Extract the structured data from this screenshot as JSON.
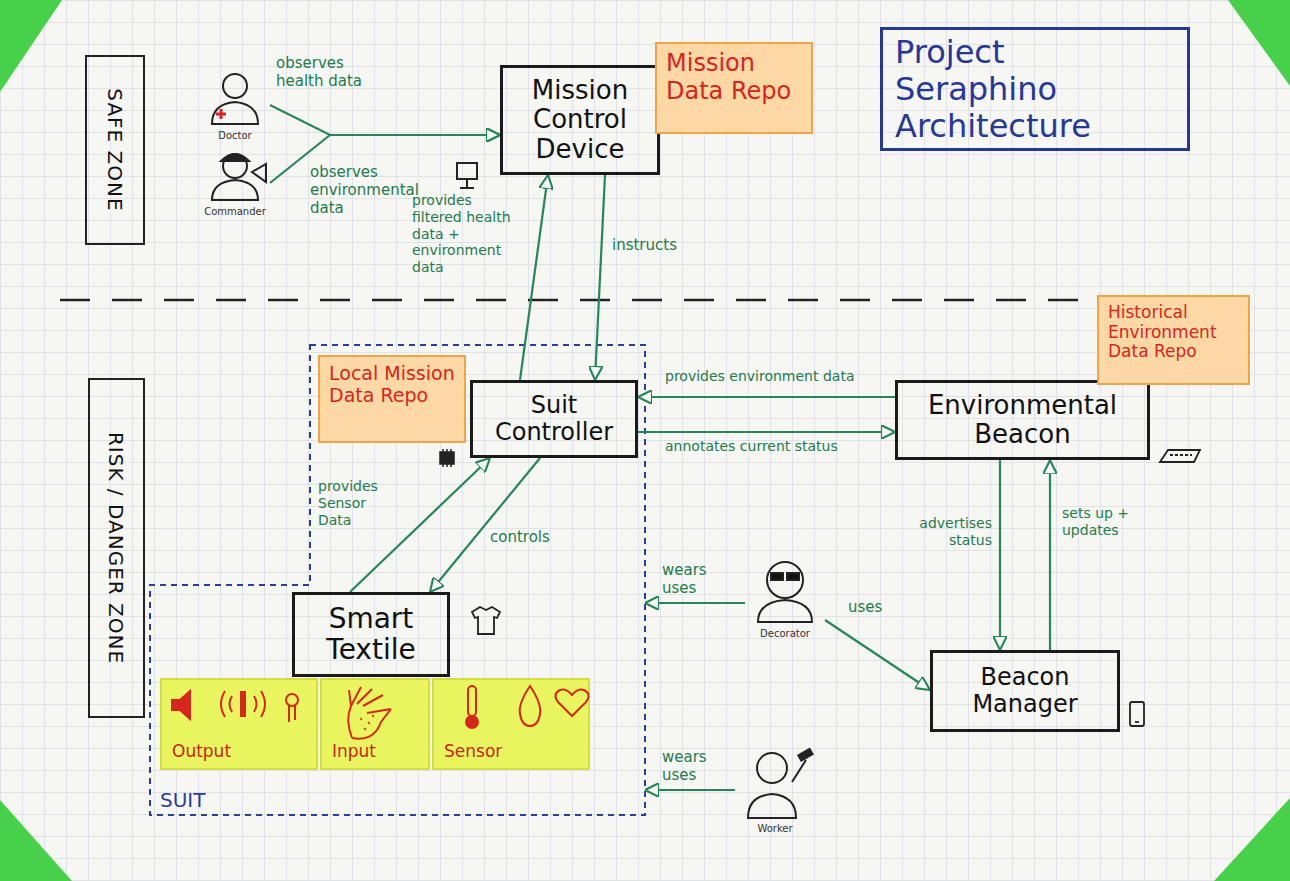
{
  "diagram": {
    "title": "Project Seraphino Architecture",
    "nodes": [
      {
        "text": [
          "SAFE ZONE"
        ]
      },
      {
        "text": [
          "Doctor"
        ]
      },
      {
        "text": [
          "Commander"
        ]
      },
      {
        "text": [
          "Mission Control Device"
        ]
      },
      {
        "text": [
          "Mission Data Repo"
        ]
      },
      {
        "text": [
          "RISK / DANGER ZONE"
        ]
      },
      {
        "text": [
          "SUIT"
        ]
      },
      {
        "text": [
          "Local Mission Data Repo"
        ],
        "in": 6
      },
      {
        "text": [
          "Suit Controller"
        ],
        "in": 6
      },
      {
        "text": [
          "Smart Textile"
        ],
        "in": 6
      },
      {
        "text": [
          "Output"
        ],
        "in": 6
      },
      {
        "text": [
          "Input"
        ],
        "in": 6
      },
      {
        "text": [
          "Sensor"
        ],
        "in": 6
      },
      {
        "text": [
          "Environmental Beacon"
        ]
      },
      {
        "text": [
          "Historical Environment Data Repo"
        ]
      },
      {
        "text": [
          "Decorator"
        ]
      },
      {
        "text": [
          "Beacon Manager"
        ]
      },
      {
        "text": [
          "Worker"
        ]
      }
    ],
    "edges": [
      {
        "from": 1,
        "to": 3,
        "arrow": "to",
        "label": "observes health data"
      },
      {
        "from": 2,
        "to": 3,
        "arrow": "to",
        "label": "observes environmental data"
      },
      {
        "from": 8,
        "to": 3,
        "arrow": "to",
        "label": "provides filtered health data + environment data"
      },
      {
        "from": 3,
        "to": 8,
        "arrow": "to",
        "label": "instructs"
      },
      {
        "from": 13,
        "to": 8,
        "arrow": "to",
        "label": "provides environment data"
      },
      {
        "from": 8,
        "to": 13,
        "arrow": "to",
        "label": "annotates current status"
      },
      {
        "from": 9,
        "to": 8,
        "arrow": "to",
        "label": "provides Sensor Data"
      },
      {
        "from": 8,
        "to": 9,
        "arrow": "to",
        "label": "controls"
      },
      {
        "from": 13,
        "to": 16,
        "arrow": "to",
        "label": "advertises status"
      },
      {
        "from": 16,
        "to": 13,
        "arrow": "to",
        "label": "sets up + updates"
      },
      {
        "from": 15,
        "to": 6,
        "arrow": "to",
        "label": "wears uses"
      },
      {
        "from": 15,
        "to": 16,
        "arrow": "to",
        "label": "uses"
      },
      {
        "from": 17,
        "to": 6,
        "arrow": "to",
        "label": "wears uses"
      }
    ]
  }
}
